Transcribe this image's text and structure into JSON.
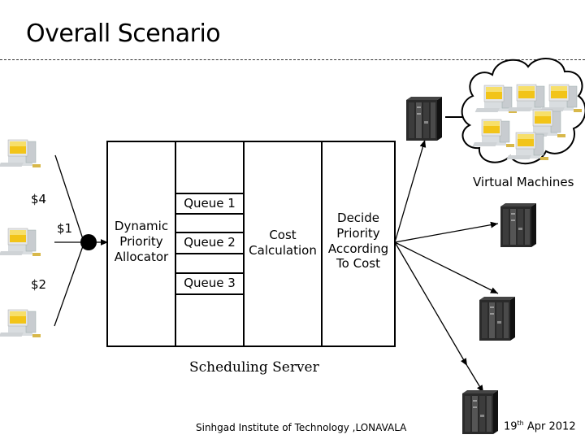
{
  "slide": {
    "title": "Overall Scenario",
    "footer_left": "Sinhgad Institute of Technology ,LONAVALA",
    "footer_date_day": "19",
    "footer_date_suffix": "th",
    "footer_date_rest": " Apr 2012"
  },
  "clients": {
    "costs": [
      "$4",
      "$1",
      "$2"
    ],
    "icon": "desktop-computer-icon"
  },
  "server": {
    "label": "Scheduling Server",
    "columns": {
      "allocator": [
        "Dynamic",
        "Priority",
        "Allocator"
      ],
      "queues": [
        "Queue 1",
        "Queue 2",
        "Queue 3"
      ],
      "cost": [
        "Cost",
        "Calculation"
      ],
      "decide": [
        "Decide",
        "Priority",
        "According",
        "To Cost"
      ]
    }
  },
  "cloud": {
    "label": "Virtual Machines",
    "vm_count": 6
  },
  "server_racks": {
    "count": 4,
    "icon": "server-rack-icon"
  },
  "colors": {
    "line": "#000000",
    "screen": "#f2c418",
    "rack": "#2a2a2a"
  }
}
